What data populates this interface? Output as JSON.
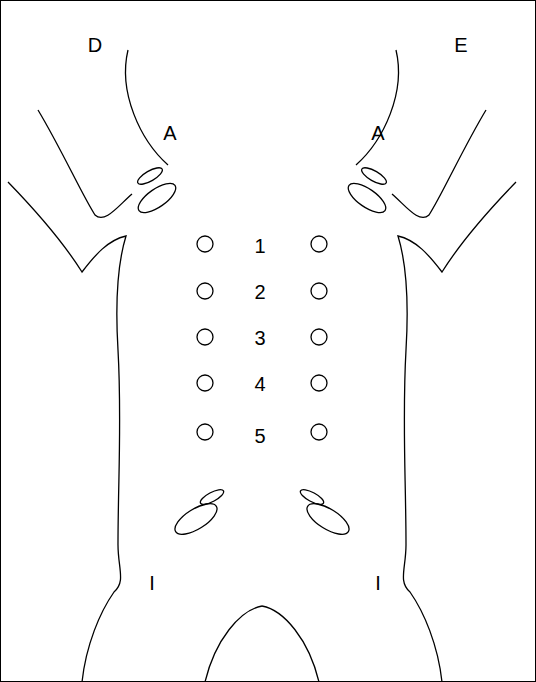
{
  "diagram": {
    "labels": [
      "D",
      "E",
      "A",
      "A",
      "1",
      "2",
      "3",
      "4",
      "5",
      "I",
      "I"
    ]
  }
}
